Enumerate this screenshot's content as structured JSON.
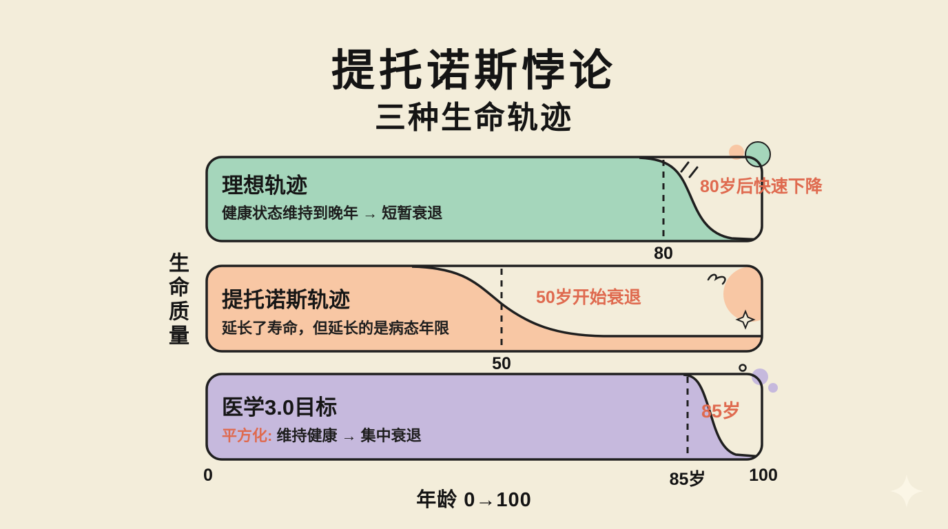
{
  "title": "提托诺斯悖论",
  "subtitle": "三种生命轨迹",
  "y_axis_label": "生命质量",
  "x_axis_title": "年龄 0→100",
  "axis_ticks": {
    "origin": "0",
    "tick_85": "85岁",
    "tick_100": "100"
  },
  "panels": [
    {
      "title": "理想轨迹",
      "description": "健康状态维持到晚年 → 短暂衰退",
      "annotation": "80岁后快速下降",
      "tick_label": "80",
      "fill_color": "#a5d6bb"
    },
    {
      "title": "提托诺斯轨迹",
      "description": "延长了寿命，但延长的是病态年限",
      "annotation": "50岁开始衰退",
      "tick_label": "50",
      "fill_color": "#f8c7a4"
    },
    {
      "title": "医学3.0目标",
      "description_highlight": "平方化:",
      "description_rest": " 维持健康 → 集中衰退",
      "annotation": "85岁",
      "fill_color": "#c6b9dd"
    }
  ],
  "icons": {
    "panel1": [
      "bubble-icon-peach",
      "bubble-icon-green",
      "speed-lines-icon"
    ],
    "panel2": [
      "squiggle-icon",
      "bubble-icon-peach-large",
      "sparkle-icon"
    ],
    "panel3": [
      "bubble-icon-outline",
      "bubble-icon-lavender",
      "bubble-icon-lavender-small"
    ],
    "corner": [
      "sparkle-icon-cream"
    ]
  },
  "colors": {
    "background": "#f3edda",
    "ink": "#1f1f1f",
    "accent_coral": "#df6a4f",
    "green": "#a5d6bb",
    "peach": "#f8c7a4",
    "lavender": "#c6b9dd"
  },
  "chart_data": {
    "type": "area",
    "title": "提托诺斯悖论 — 三种生命轨迹",
    "xlabel": "年龄 0→100",
    "ylabel": "生命质量",
    "xlim": [
      0,
      100
    ],
    "ylim": [
      0,
      100
    ],
    "grid": false,
    "legend_position": "none",
    "series": [
      {
        "name": "理想轨迹",
        "description": "健康状态维持到晚年 → 短暂衰退",
        "annotation": "80岁后快速下降",
        "decline_start_age": 80,
        "marked_age": 80,
        "color": "#a5d6bb",
        "points": [
          [
            0,
            100
          ],
          [
            78,
            100
          ],
          [
            82,
            75
          ],
          [
            87,
            25
          ],
          [
            93,
            3
          ],
          [
            100,
            0
          ]
        ]
      },
      {
        "name": "提托诺斯轨迹",
        "description": "延长了寿命，但延长的是病态年限",
        "annotation": "50岁开始衰退",
        "decline_start_age": 50,
        "marked_age": 50,
        "color": "#f8c7a4",
        "points": [
          [
            0,
            100
          ],
          [
            37,
            100
          ],
          [
            50,
            62
          ],
          [
            60,
            35
          ],
          [
            72,
            19
          ],
          [
            100,
            18
          ]
        ]
      },
      {
        "name": "医学3.0目标",
        "description": "平方化: 维持健康 → 集中衰退",
        "annotation": "85岁",
        "decline_start_age": 85,
        "marked_age": 85,
        "color": "#c6b9dd",
        "points": [
          [
            0,
            100
          ],
          [
            85,
            100
          ],
          [
            89,
            60
          ],
          [
            93,
            15
          ],
          [
            96,
            3
          ],
          [
            100,
            2
          ]
        ]
      }
    ]
  }
}
